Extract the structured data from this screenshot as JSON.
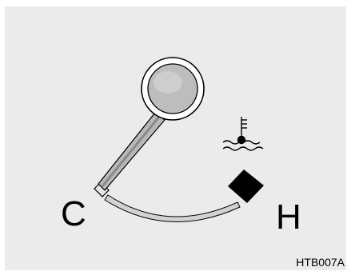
{
  "gauge": {
    "cold_label": "C",
    "hot_label": "H",
    "needle_position": 0,
    "icons": {
      "indicator": "magnifier-indicator-icon",
      "warning": "coolant-temperature-icon",
      "hot_zone": "hot-zone-marker-icon"
    }
  },
  "figure": {
    "code": "HTB007A"
  },
  "colors": {
    "panel": "#ebebeb",
    "arc": "#d2d2d2",
    "needle": "#b9b9b9",
    "lens": "#bdbdbd",
    "outline": "#000000"
  }
}
